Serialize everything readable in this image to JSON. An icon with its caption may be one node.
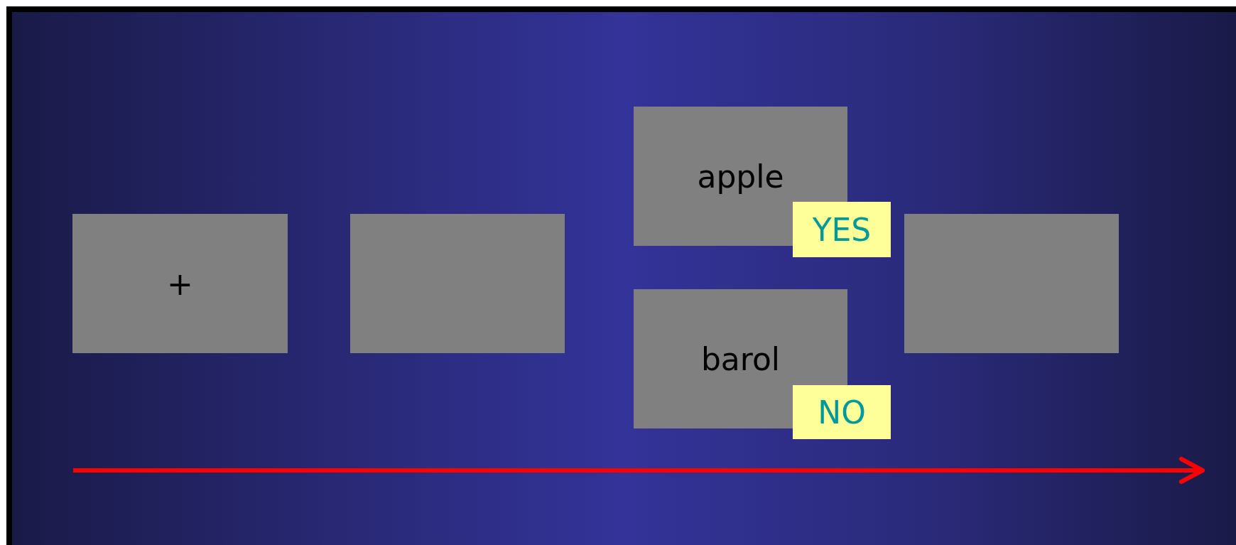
{
  "diagram": {
    "nodes": [
      {
        "text": [
          "+"
        ]
      },
      {
        "text": [],
        "shape": "box"
      },
      {
        "text": [
          "apple"
        ]
      },
      {
        "text": [
          "YES"
        ]
      },
      {
        "text": [
          "barol"
        ]
      },
      {
        "text": [
          "NO"
        ]
      },
      {
        "text": [],
        "shape": "box"
      }
    ],
    "edges": []
  }
}
